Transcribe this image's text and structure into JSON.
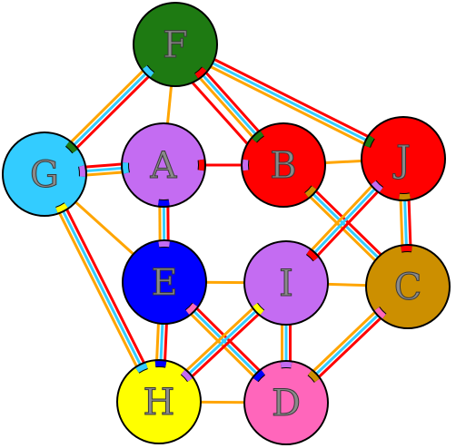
{
  "diagram": {
    "nodes": [
      {
        "id": "F",
        "label": "F",
        "color": "#1e7a12"
      },
      {
        "id": "G",
        "label": "G",
        "color": "#33ccff"
      },
      {
        "id": "A",
        "label": "A",
        "color": "#c46cf2"
      },
      {
        "id": "B",
        "label": "B",
        "color": "#ff0000"
      },
      {
        "id": "J",
        "label": "J",
        "color": "#ff0000"
      },
      {
        "id": "E",
        "label": "E",
        "color": "#0000ff"
      },
      {
        "id": "I",
        "label": "I",
        "color": "#c46cf2"
      },
      {
        "id": "C",
        "label": "C",
        "color": "#cc8f00"
      },
      {
        "id": "H",
        "label": "H",
        "color": "#ffff00"
      },
      {
        "id": "D",
        "label": "D",
        "color": "#ff66bb"
      }
    ],
    "edges": [
      {
        "from": "F",
        "to": "G",
        "colors": [
          "#ff0000",
          "#33ccff",
          "#ffa500"
        ]
      },
      {
        "from": "F",
        "to": "A",
        "colors": [
          "#ffa500"
        ]
      },
      {
        "from": "F",
        "to": "B",
        "colors": [
          "#ff0000",
          "#33ccff",
          "#ffa500"
        ]
      },
      {
        "from": "F",
        "to": "J",
        "colors": [
          "#ff0000",
          "#33ccff",
          "#ffa500"
        ]
      },
      {
        "from": "F",
        "to": "B",
        "colors": [
          "#ff0000"
        ],
        "offset": 14
      },
      {
        "from": "G",
        "to": "A",
        "colors": [
          "#ff0000",
          "#33ccff",
          "#ffa500"
        ]
      },
      {
        "from": "G",
        "to": "E",
        "colors": [
          "#ffa500"
        ]
      },
      {
        "from": "G",
        "to": "H",
        "colors": [
          "#ff0000",
          "#33ccff",
          "#ffa500"
        ]
      },
      {
        "from": "A",
        "to": "B",
        "colors": [
          "#ff0000"
        ]
      },
      {
        "from": "A",
        "to": "E",
        "colors": [
          "#ff0000",
          "#33ccff",
          "#ffa500"
        ]
      },
      {
        "from": "B",
        "to": "J",
        "colors": [
          "#ffa500"
        ]
      },
      {
        "from": "B",
        "to": "C",
        "colors": [
          "#ff0000",
          "#33ccff",
          "#ffa500"
        ]
      },
      {
        "from": "J",
        "to": "C",
        "colors": [
          "#ff0000",
          "#33ccff",
          "#ffa500"
        ]
      },
      {
        "from": "J",
        "to": "I",
        "colors": [
          "#ff0000",
          "#33ccff",
          "#ffa500"
        ]
      },
      {
        "from": "E",
        "to": "I",
        "colors": [
          "#ffa500"
        ]
      },
      {
        "from": "E",
        "to": "H",
        "colors": [
          "#ff0000",
          "#33ccff",
          "#ffa500"
        ]
      },
      {
        "from": "E",
        "to": "D",
        "colors": [
          "#ff0000",
          "#33ccff",
          "#ffa500"
        ]
      },
      {
        "from": "I",
        "to": "C",
        "colors": [
          "#ffa500"
        ]
      },
      {
        "from": "I",
        "to": "H",
        "colors": [
          "#ff0000",
          "#33ccff",
          "#ffa500"
        ]
      },
      {
        "from": "I",
        "to": "D",
        "colors": [
          "#ff0000",
          "#33ccff",
          "#ffa500"
        ]
      },
      {
        "from": "C",
        "to": "D",
        "colors": [
          "#ff0000",
          "#33ccff",
          "#ffa500"
        ]
      },
      {
        "from": "H",
        "to": "D",
        "colors": [
          "#ffa500"
        ]
      }
    ],
    "ports": [
      {
        "node": "F",
        "toward": "G",
        "color": "#33ccff"
      },
      {
        "node": "F",
        "toward": "B",
        "color": "#ff0000"
      },
      {
        "node": "G",
        "toward": "F",
        "color": "#1e7a12"
      },
      {
        "node": "G",
        "toward": "A",
        "color": "#c46cf2"
      },
      {
        "node": "G",
        "toward": "H",
        "color": "#ffff00"
      },
      {
        "node": "A",
        "toward": "G",
        "color": "#33ccff"
      },
      {
        "node": "A",
        "toward": "B",
        "color": "#ff0000"
      },
      {
        "node": "A",
        "toward": "E",
        "color": "#0000ff"
      },
      {
        "node": "B",
        "toward": "F",
        "color": "#1e7a12"
      },
      {
        "node": "B",
        "toward": "A",
        "color": "#c46cf2"
      },
      {
        "node": "B",
        "toward": "C",
        "color": "#cc8f00"
      },
      {
        "node": "J",
        "toward": "F",
        "color": "#1e7a12"
      },
      {
        "node": "J",
        "toward": "I",
        "color": "#c46cf2"
      },
      {
        "node": "J",
        "toward": "C",
        "color": "#cc8f00"
      },
      {
        "node": "E",
        "toward": "A",
        "color": "#c46cf2"
      },
      {
        "node": "E",
        "toward": "D",
        "color": "#ff66bb"
      },
      {
        "node": "I",
        "toward": "J",
        "color": "#ff0000"
      },
      {
        "node": "I",
        "toward": "H",
        "color": "#ffff00"
      },
      {
        "node": "C",
        "toward": "J",
        "color": "#ff0000"
      },
      {
        "node": "C",
        "toward": "D",
        "color": "#ff66bb"
      },
      {
        "node": "H",
        "toward": "G",
        "color": "#33ccff"
      },
      {
        "node": "H",
        "toward": "E",
        "color": "#0000ff"
      },
      {
        "node": "H",
        "toward": "I",
        "color": "#c46cf2"
      },
      {
        "node": "D",
        "toward": "E",
        "color": "#0000ff"
      },
      {
        "node": "D",
        "toward": "I",
        "color": "#c46cf2"
      },
      {
        "node": "D",
        "toward": "C",
        "color": "#cc8f00"
      }
    ]
  }
}
